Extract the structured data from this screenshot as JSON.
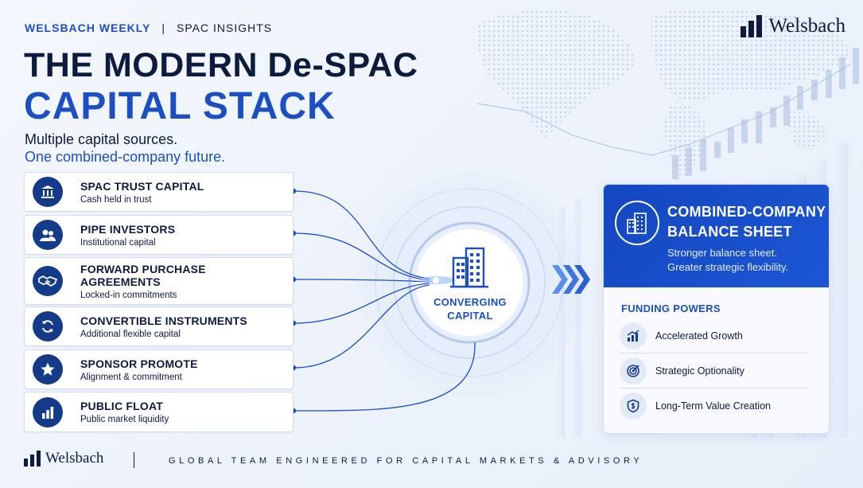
{
  "header": {
    "eyebrow": "WELSBACH WEEKLY",
    "eyebrow_separator": "|",
    "eyebrow_sub": "SPAC INSIGHTS",
    "brand": "Welsbach"
  },
  "hero": {
    "title_line1": "THE MODERN De-SPAC",
    "title_line2": "CAPITAL STACK",
    "tagline_line1": "Multiple capital sources.",
    "tagline_line2": "One combined-company future."
  },
  "sources": [
    {
      "name": "SPAC TRUST CAPITAL",
      "desc": "Cash held in trust",
      "icon": "bank-icon"
    },
    {
      "name": "PIPE INVESTORS",
      "desc": "Institutional capital",
      "icon": "users-icon"
    },
    {
      "name": "FORWARD PURCHASE",
      "name2": "AGREEMENTS",
      "desc": "Locked-in commitments",
      "icon": "handshake-icon"
    },
    {
      "name": "CONVERTIBLE INSTRUMENTS",
      "desc": "Additional flexible capital",
      "icon": "refresh-icon"
    },
    {
      "name": "SPONSOR PROMOTE",
      "desc": "Alignment & commitment",
      "icon": "star-icon"
    },
    {
      "name": "PUBLIC FLOAT",
      "desc": "Public market liquidity",
      "icon": "bar-chart-icon"
    }
  ],
  "hub": {
    "label_line1": "CONVERGING",
    "label_line2": "CAPITAL",
    "icon": "building-icon"
  },
  "panel": {
    "title_line1": "COMBINED-COMPANY",
    "title_line2": "BALANCE SHEET",
    "desc_line1": "Stronger balance sheet.",
    "desc_line2": "Greater strategic flexibility.",
    "funding_label": "FUNDING POWERS",
    "powers": [
      {
        "label": "Accelerated Growth",
        "icon": "growth-chart-icon"
      },
      {
        "label": "Strategic Optionality",
        "icon": "target-icon"
      },
      {
        "label": "Long-Term Value Creation",
        "icon": "shield-dollar-icon"
      }
    ]
  },
  "footer": {
    "brand": "Welsbach",
    "tagline": "GLOBAL TEAM ENGINEERED FOR CAPITAL MARKETS & ADVISORY"
  },
  "colors": {
    "navy": "#0d1b3e",
    "accent_blue": "#1c4fc4",
    "icon_navy": "#143a8a"
  }
}
